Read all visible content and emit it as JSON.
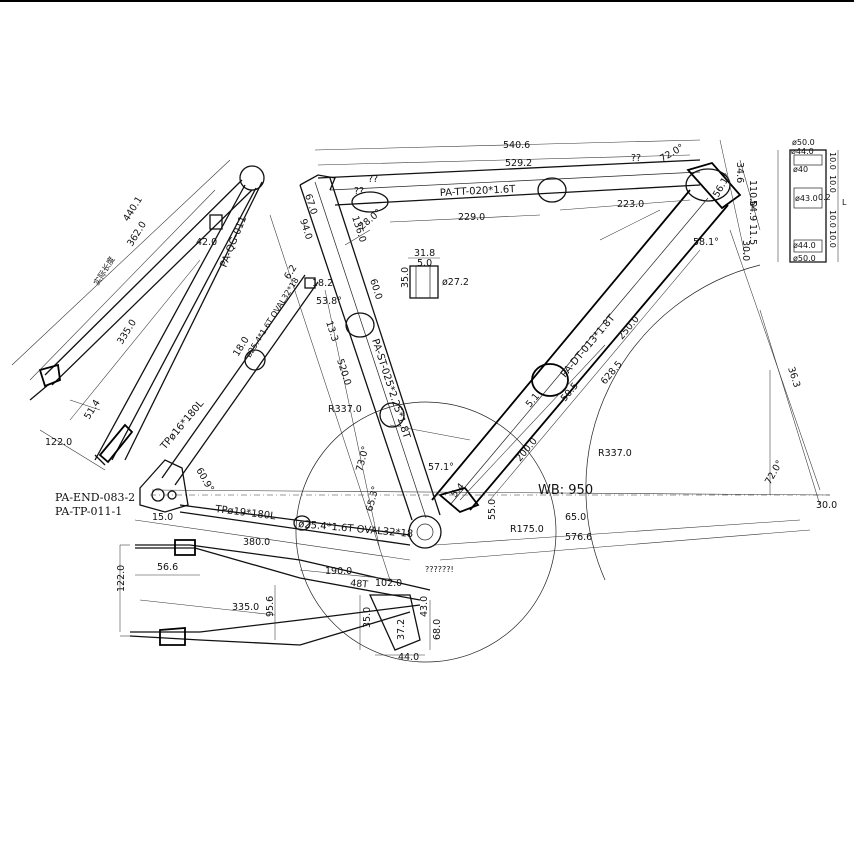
{
  "drawing": {
    "part_labels": {
      "top_tube": "PA-TT-020*1.6T",
      "down_tube": "PA-DT-013*1.8T",
      "seat_tube": "PA-ST-025*2.25*1.8T",
      "seat_stay": "PA-QG-011",
      "end_1": "PA-END-083-2",
      "end_2": "PA-TP-011-1",
      "chainstay_spec": "TPø19*180L",
      "seatstay_spec": "TPø16*180L",
      "chainstay_oval": "ø25.4*1.6T OVAL32*18",
      "stay_oval": "ø25.4*1.6T OVAL32*18",
      "wheelbase": "WB: 950"
    },
    "dimensions": {
      "top_540": "540.6",
      "top_529": "529.2",
      "tt_229": "229.0",
      "tt_223": "223.0",
      "ht_720": "72.0°",
      "ht_346": "34.6",
      "ht_1100": "110.0",
      "ht_549": "54.9",
      "ht_115": "11.5",
      "ht_300": "30.0",
      "ht_561": "56.1°",
      "ht_581": "58.1°",
      "q_left": "??",
      "q_left2": "??",
      "q_right": "??",
      "ss_1360": "136.0",
      "ss_280": "28.0°",
      "ss_670": "67.0",
      "ss_940": "94.0",
      "ss_600": "60.0",
      "ss_538": "53.8°",
      "ss_62": "6.2",
      "ss_182": "18.2",
      "ss_133": "13.3",
      "ss_5200": "520.0",
      "ss_r337": "R337.0",
      "ss_730": "73.0°",
      "ss_571": "57.1°",
      "ss_653": "65.3°",
      "ss_q": "??????!",
      "dt_2500": "250.0",
      "dt_6285": "628.5",
      "dt_505": "50.5",
      "dt_51": "5.1",
      "dt_2000": "200.0",
      "dt_54": "5.4",
      "dt_r337": "R337.0",
      "dt_363": "36.3",
      "dt_720b": "72.0°",
      "dt_300b": "30.0",
      "bb_550": "55.0",
      "bb_r175": "R175.0",
      "bb_650": "65.0",
      "bb_5766": "576.6",
      "st_318": "31.8",
      "st_50": "5.0",
      "st_350": "35.0",
      "st_272": "ø27.2",
      "left_4401": "440.1",
      "left_3620": "362.0",
      "left_sub": "实际长度",
      "left_3350": "335.0",
      "left_420": "42.0",
      "left_514": "51.4",
      "left_1220": "122.0",
      "left_609": "60.9°",
      "left_180": "18.0",
      "cs_150": "15.0",
      "cs_3800": "380.0",
      "cs_566": "56.6",
      "cs_1220": "122.0",
      "cs_1900": "190.0",
      "cs_48": "48T",
      "cs_1020": "102.0",
      "cs_3350": "335.0",
      "cs_956": "95.6",
      "cs_350": "35.0",
      "cs_372": "37.2",
      "cs_430": "43.0",
      "cs_680": "68.0",
      "cs_440": "44.0",
      "hs_500": "ø50.0",
      "hs_440": "ø44.0",
      "hs_40a": "ø40",
      "hs_430": "ø43.0",
      "hs_440b": "ø44.0",
      "hs_500b": "ø50.0",
      "hs_100a": "10.0",
      "hs_100b": "10.0",
      "hs_100c": "10.0",
      "hs_100d": "10.0",
      "hs_02": "0.2",
      "hs_L": "L"
    }
  }
}
